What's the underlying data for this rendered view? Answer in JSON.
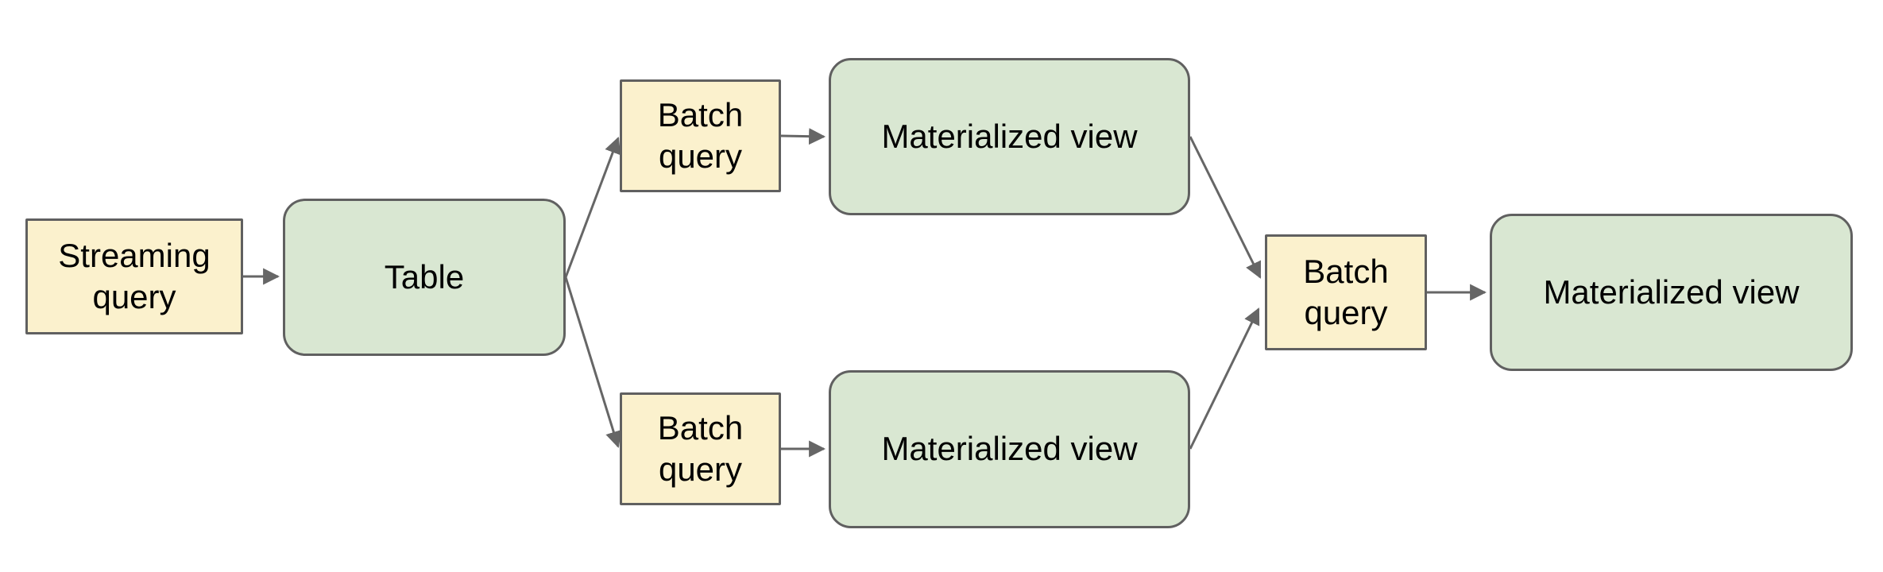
{
  "diagram": {
    "nodes": {
      "streaming_query": {
        "label": "Streaming query",
        "kind": "query"
      },
      "table": {
        "label": "Table",
        "kind": "data"
      },
      "batch_query_top": {
        "label": "Batch query",
        "kind": "query"
      },
      "materialized_view_top": {
        "label": "Materialized view",
        "kind": "data"
      },
      "batch_query_bottom": {
        "label": "Batch query",
        "kind": "query"
      },
      "materialized_view_bottom": {
        "label": "Materialized view",
        "kind": "data"
      },
      "batch_query_right": {
        "label": "Batch query",
        "kind": "query"
      },
      "materialized_view_final": {
        "label": "Materialized view",
        "kind": "data"
      }
    },
    "edges": [
      {
        "from": "streaming_query",
        "to": "table"
      },
      {
        "from": "table",
        "to": "batch_query_top"
      },
      {
        "from": "table",
        "to": "batch_query_bottom"
      },
      {
        "from": "batch_query_top",
        "to": "materialized_view_top"
      },
      {
        "from": "batch_query_bottom",
        "to": "materialized_view_bottom"
      },
      {
        "from": "materialized_view_top",
        "to": "batch_query_right"
      },
      {
        "from": "materialized_view_bottom",
        "to": "batch_query_right"
      },
      {
        "from": "batch_query_right",
        "to": "materialized_view_final"
      }
    ],
    "colors": {
      "query_box_fill": "#fbf1cd",
      "data_box_fill": "#d9e7d2",
      "box_border": "#606060",
      "arrow": "#666666",
      "text": "#000000",
      "background": "#ffffff"
    }
  }
}
